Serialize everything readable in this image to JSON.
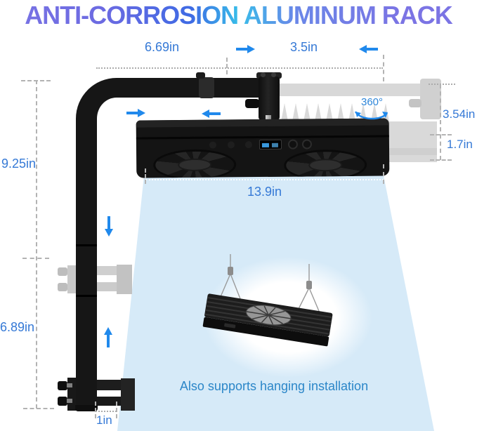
{
  "title": {
    "text": "ANTI-CORROSION ALUMINUM RACK"
  },
  "measurements": {
    "arm_length": "6.69in",
    "extension_length": "3.5in",
    "pole_upper_height": "9.25in",
    "fixture_total_height": "3.54in",
    "fixture_body_height": "1.7in",
    "fixture_width": "13.9in",
    "pole_lower_height": "6.89in",
    "clamp_opening": "1in",
    "rotation_range": "360°"
  },
  "caption": {
    "text": "Also supports hanging installation"
  },
  "colors": {
    "arrow_blue": "#2089ec",
    "label_blue": "#3579d6",
    "beam_blue": "#d6eaf8",
    "caption_blue": "#2b86c8",
    "title_gradient": [
      "#7b74e4",
      "#3e6ae4",
      "#38bde9",
      "#7b74e4"
    ]
  }
}
